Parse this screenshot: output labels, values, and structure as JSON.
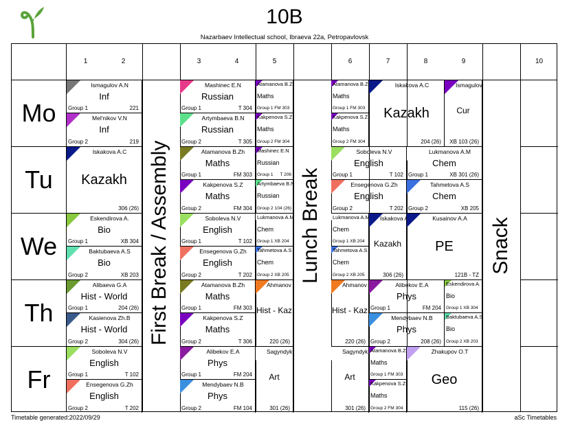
{
  "header": {
    "title": "10B",
    "subtitle": "Nazarbaev Intellectual school, Ibraeva 22a, Petropavlovsk"
  },
  "periods": [
    "1",
    "2",
    "3",
    "4",
    "5",
    "6",
    "7",
    "8",
    "9",
    "10"
  ],
  "days": [
    "Mo",
    "Tu",
    "We",
    "Th",
    "Fr"
  ],
  "breaks": {
    "first": "First Break / Assembly",
    "lunch": "Lunch Break",
    "snack": "Snack"
  },
  "footer": {
    "generated": "Timetable generated:2022/09/29",
    "brand": "aSc Timetables"
  },
  "colors": {
    "logo": "#5aa33a"
  },
  "lessons": [
    {
      "teacher": "Ismagulov A.N",
      "subject": "Inf",
      "group": "Group 1",
      "room": "221",
      "color": "#777777"
    },
    {
      "teacher": "Mel'nikov V.N",
      "subject": "Inf",
      "group": "Group 2",
      "room": "219",
      "color": "#b030c8"
    },
    {
      "teacher": "Mashinec E.N",
      "subject": "Russian",
      "group": "Group 1",
      "room": "T 304",
      "color": "#e8388a"
    },
    {
      "teacher": "Artymbaeva B.N",
      "subject": "Russian",
      "group": "Group 2",
      "room": "T 305",
      "color": "#5ce08a"
    },
    {
      "teacher": "Atamanova B.Zh",
      "subject": "Maths",
      "group": "Group 1 FM 303",
      "room": "",
      "color": "#7a00c0"
    },
    {
      "teacher": "Kakpenova S.Z",
      "subject": "Maths",
      "group": "Group 2 FM 304",
      "room": "",
      "color": "#7a00c0"
    },
    {
      "teacher": "Atamanova B.Zh",
      "subject": "Maths",
      "group": "Group 1 FM 303",
      "room": "",
      "color": "#7a00c0"
    },
    {
      "teacher": "Kakpenova S.Z",
      "subject": "Maths",
      "group": "Group 2 FM 304",
      "room": "",
      "color": "#7a00c0"
    },
    {
      "teacher": "Iskakova A.C",
      "subject": "Kazakh",
      "group": "",
      "room": "204 (26)",
      "color": "#0a1a8a"
    },
    {
      "teacher": "Ismagulova A.N",
      "subject": "Cur",
      "group": "",
      "room": "XB 103 (26)",
      "color": "#7a00c0"
    },
    {
      "teacher": "Iskakova A.C",
      "subject": "Kazakh",
      "group": "",
      "room": "306 (26)",
      "color": "#0a1a8a"
    },
    {
      "teacher": "Atamanova B.Zh",
      "subject": "Maths",
      "group": "Group 1",
      "room": "FM 303",
      "color": "#7a7a20"
    },
    {
      "teacher": "Kakpenova S.Z",
      "subject": "Maths",
      "group": "Group 2",
      "room": "FM 304",
      "color": "#7a00c0"
    },
    {
      "teacher": "Mashinec E.N",
      "subject": "Russian",
      "group": "Group 1",
      "room": "T 206",
      "color": "#7a00c0"
    },
    {
      "teacher": "Artymbaeva B.N",
      "subject": "Russian",
      "group": "Group 2",
      "room": "104 (26)",
      "color": "#5ce08a"
    },
    {
      "teacher": "Soboleva N.V",
      "subject": "English",
      "group": "Group 1",
      "room": "T 102",
      "color": "#9adf60"
    },
    {
      "teacher": "Ensegenova G.Zh",
      "subject": "English",
      "group": "Group 2",
      "room": "T 202",
      "color": "#f07060"
    },
    {
      "teacher": "Lukmanova A.M",
      "subject": "Chem",
      "group": "Group 1",
      "room": "XB 301 (26)",
      "color": "#ffffff"
    },
    {
      "teacher": "Tahmetova A.S",
      "subject": "Chem",
      "group": "Group 2",
      "room": "XB 205",
      "color": "#3a70e0"
    },
    {
      "teacher": "Eskendirova A.",
      "subject": "Bio",
      "group": "Group 1",
      "room": "XB 304",
      "color": "#8ac840"
    },
    {
      "teacher": "Baktubaeva A.S",
      "subject": "Bio",
      "group": "Group 2",
      "room": "XB 203",
      "color": "#60e0b0"
    },
    {
      "teacher": "Soboleva N.V",
      "subject": "English",
      "group": "Group 1",
      "room": "T 102",
      "color": "#9adf60"
    },
    {
      "teacher": "Ensegenova G.Zh",
      "subject": "English",
      "group": "Group 2",
      "room": "T 202",
      "color": "#f07060"
    },
    {
      "teacher": "Lukmanova A.M",
      "subject": "Chem",
      "group": "Group 1 XB 204",
      "room": "",
      "color": "#ffffff"
    },
    {
      "teacher": "Tahmetova A.S",
      "subject": "Chem",
      "group": "Group 2 XB 205",
      "room": "",
      "color": "#3a70e0"
    },
    {
      "teacher": "Lukmanova A.M",
      "subject": "Chem",
      "group": "Group 1 XB 204",
      "room": "",
      "color": "#ffffff"
    },
    {
      "teacher": "Tahmetova A.S",
      "subject": "Chem",
      "group": "Group 2 XB 205",
      "room": "",
      "color": "#3a70e0"
    },
    {
      "teacher": "Iskakova A.C",
      "subject": "Kazakh",
      "group": "",
      "room": "306 (26)",
      "color": "#0a1a8a"
    },
    {
      "teacher": "Kusainov A.A",
      "subject": "PE",
      "group": "",
      "room": "121B - TZ",
      "color": "#0a1a8a"
    },
    {
      "teacher": "Alibaeva G.A",
      "subject": "Hist - World",
      "group": "Group 1",
      "room": "204 (26)",
      "color": "#6a9a30"
    },
    {
      "teacher": "Kasienova Zh.B",
      "subject": "Hist - World",
      "group": "Group 2",
      "room": "304 (26)",
      "color": "#3a5a8a"
    },
    {
      "teacher": "Atamanova B.Zh",
      "subject": "Maths",
      "group": "Group 1",
      "room": "FM 303",
      "color": "#7a7a20"
    },
    {
      "teacher": "Kakpenova S.Z",
      "subject": "Maths",
      "group": "Group 2",
      "room": "T 306",
      "color": "#7a00c0"
    },
    {
      "teacher": "Ahmanov A.K",
      "subject": "Hist - Kaz",
      "group": "",
      "room": "220 (26)",
      "color": "#f07a20"
    },
    {
      "teacher": "Ahmanov A.K",
      "subject": "Hist - Kaz",
      "group": "",
      "room": "220 (26)",
      "color": "#f07a20"
    },
    {
      "teacher": "Alibekov E.A",
      "subject": "Phys",
      "group": "Group 1",
      "room": "FM 204",
      "color": "#8a1aa0"
    },
    {
      "teacher": "Mendybaev N.B",
      "subject": "Phys",
      "group": "Group 2",
      "room": "208 (26)",
      "color": "#3a90e0"
    },
    {
      "teacher": "Eskendirova A.",
      "subject": "Bio",
      "group": "Group 1 XB 304",
      "room": "",
      "color": "#8ac840"
    },
    {
      "teacher": "Baktubaeva A.S",
      "subject": "Bio",
      "group": "Group 2 XB 203",
      "room": "",
      "color": "#60e0b0"
    },
    {
      "teacher": "Soboleva N.V",
      "subject": "English",
      "group": "Group 1",
      "room": "T 102",
      "color": "#9adf60"
    },
    {
      "teacher": "Ensegenova G.Zh",
      "subject": "English",
      "group": "Group 2",
      "room": "T 202",
      "color": "#f07060"
    },
    {
      "teacher": "Alibekov E.A",
      "subject": "Phys",
      "group": "Group 1",
      "room": "FM 204",
      "color": "#8a1aa0"
    },
    {
      "teacher": "Mendybaev N.B",
      "subject": "Phys",
      "group": "Group 2",
      "room": "FM 104",
      "color": "#3a90e0"
    },
    {
      "teacher": "Sagyndyk N.M",
      "subject": "Art",
      "group": "",
      "room": "301 (26)",
      "color": "#ffffff"
    },
    {
      "teacher": "Sagyndyk N.M",
      "subject": "Art",
      "group": "",
      "room": "301 (26)",
      "color": "#ffffff"
    },
    {
      "teacher": "Atamanova B.Zh",
      "subject": "Maths",
      "group": "Group 1 FM 303",
      "room": "",
      "color": "#7a00c0"
    },
    {
      "teacher": "Kakpenova S.Z",
      "subject": "Maths",
      "group": "Group 2 FM 304",
      "room": "",
      "color": "#7a00c0"
    },
    {
      "teacher": "Zhakupov O.T",
      "subject": "Geo",
      "group": "",
      "room": "115 (26)",
      "color": "#c0a0f0"
    }
  ]
}
